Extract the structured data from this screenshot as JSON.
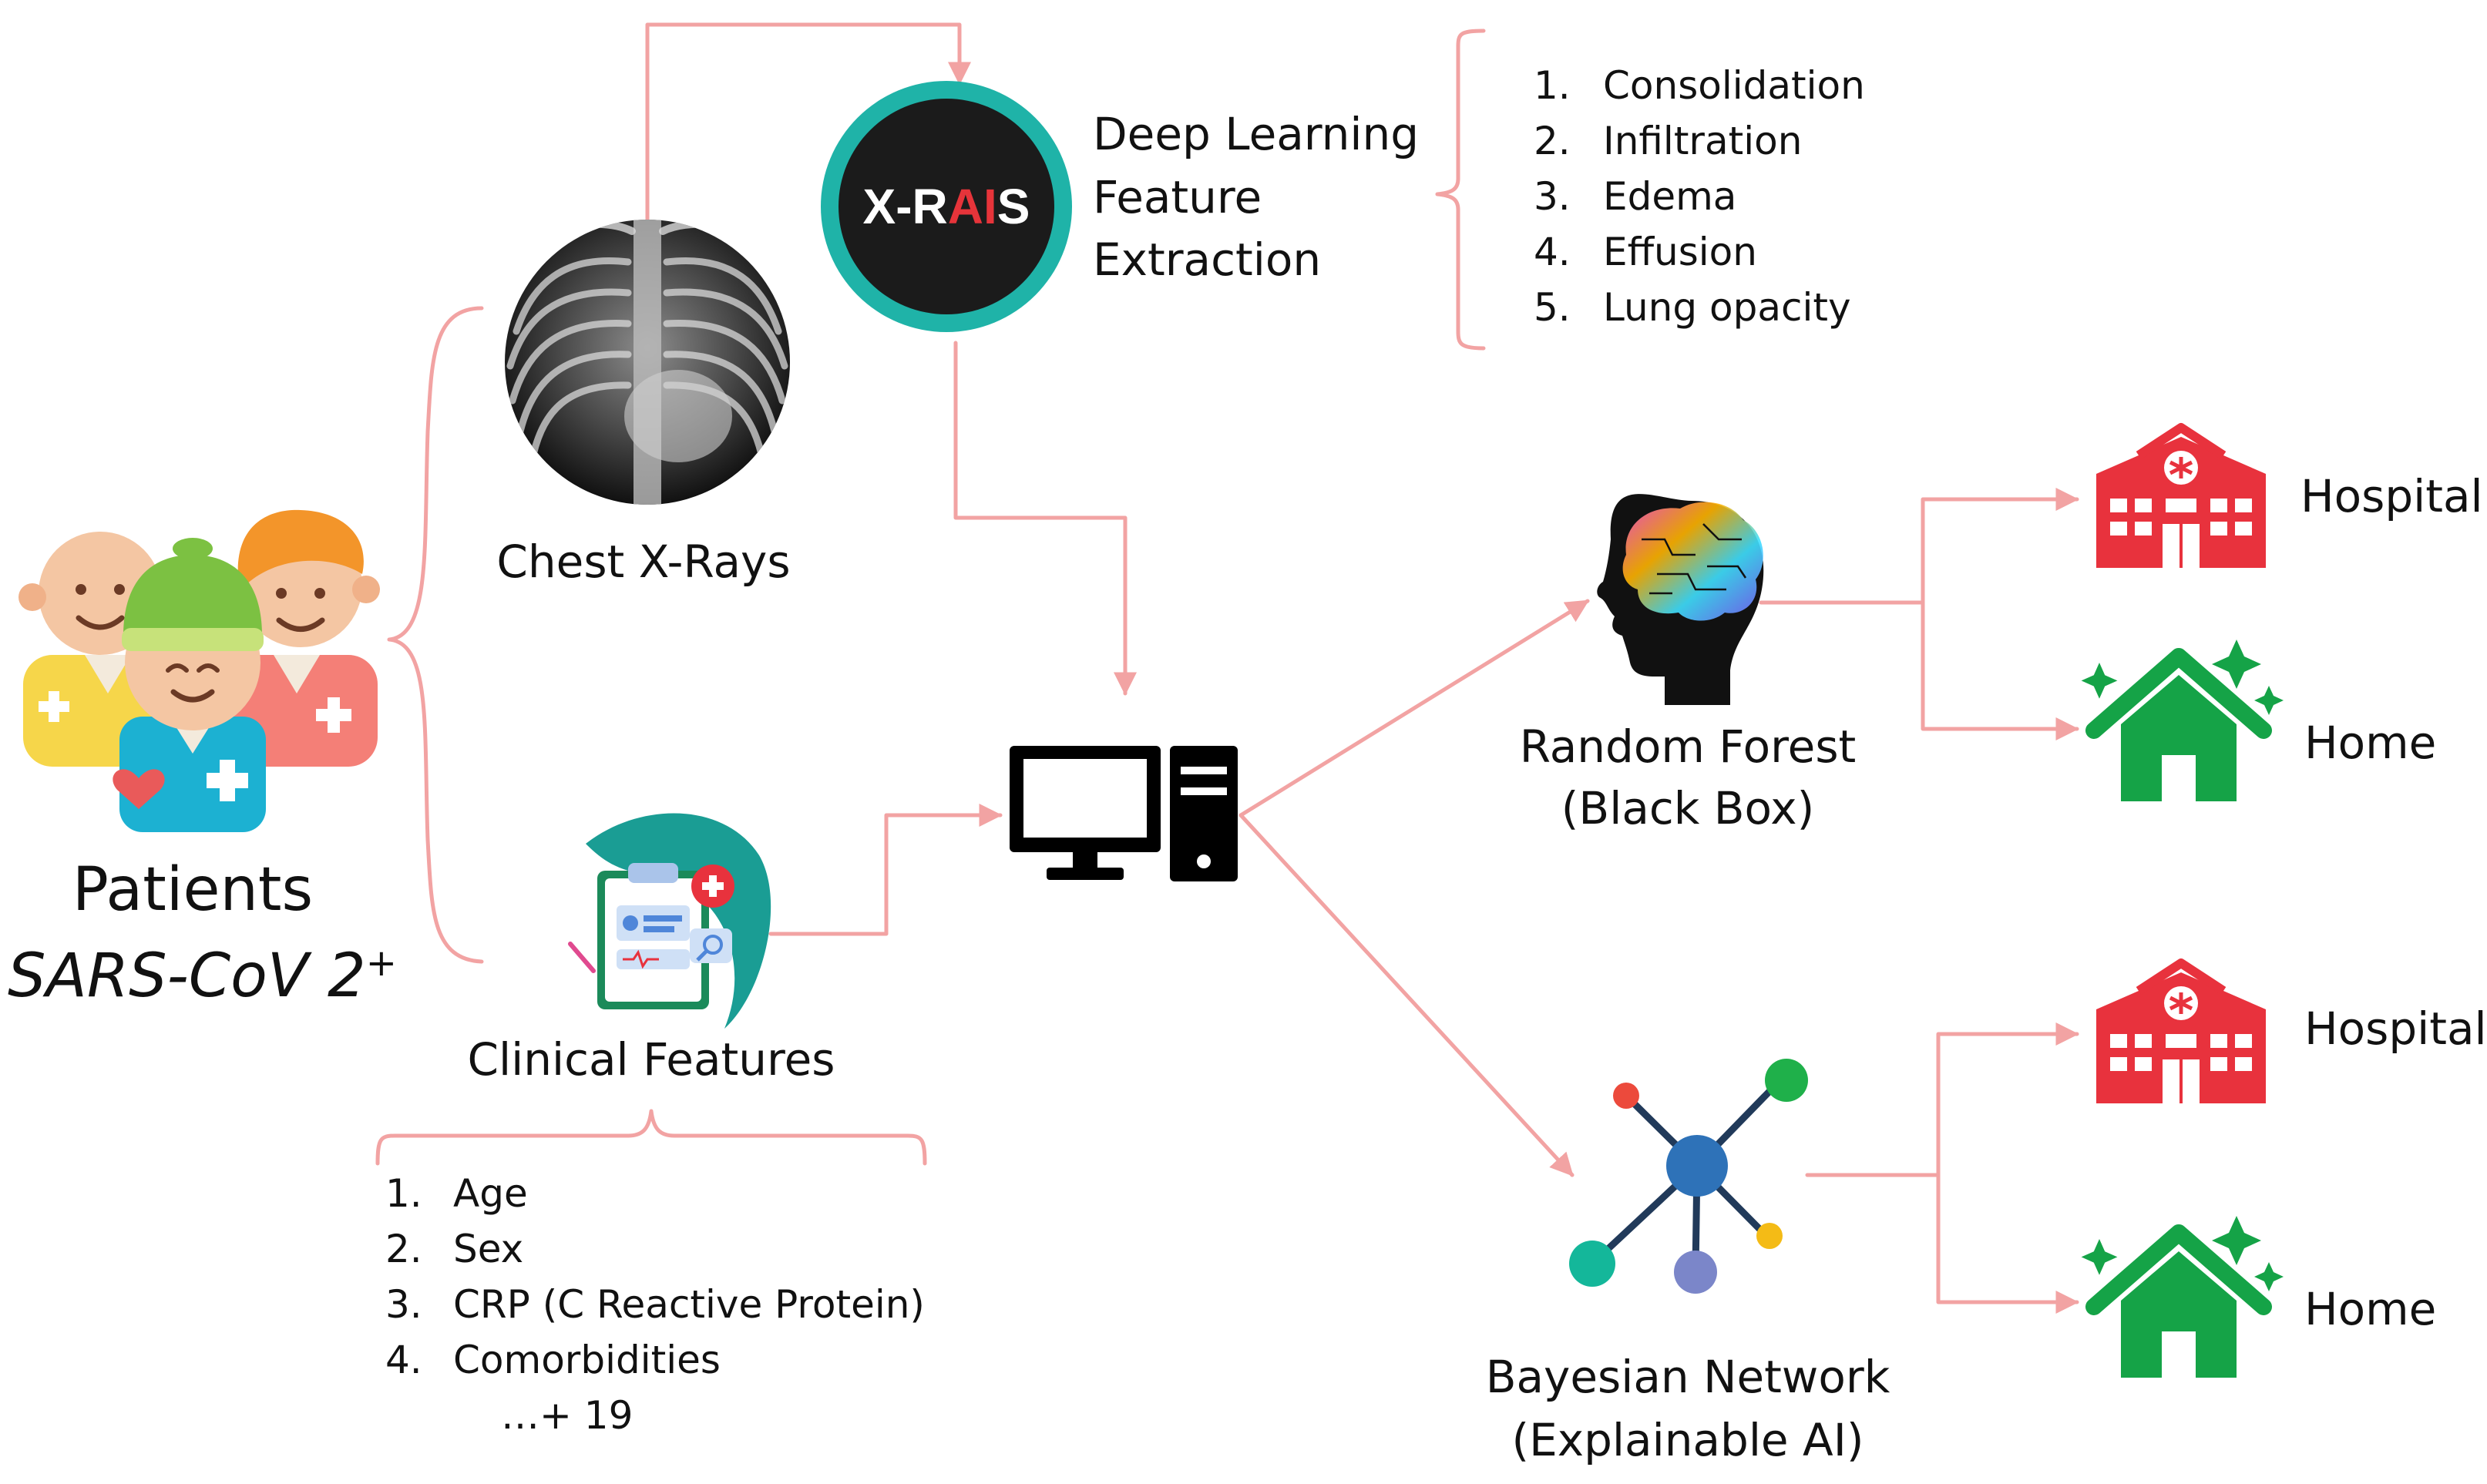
{
  "colors": {
    "connector": "#f2a3a3",
    "house": "#15a347",
    "hospital": "#e8323d",
    "xrais_ring": "#1fb3a8",
    "xrais_text": "#ffffff",
    "xrais_accent": "#e6343a"
  },
  "patients": {
    "title": "Patients",
    "subtitle": "SARS-CoV 2",
    "superscript": "+",
    "icon": "patients-group-icon"
  },
  "chest_xrays": {
    "label": "Chest X-Rays",
    "icon": "chest-xray-image"
  },
  "xrais": {
    "logo_a": "X-R",
    "logo_b": "AI",
    "logo_c": "S",
    "step_line1": "Deep Learning",
    "step_line2": "Feature",
    "step_line3": "Extraction"
  },
  "image_features": [
    {
      "num": "1.",
      "text": "Consolidation"
    },
    {
      "num": "2.",
      "text": "Infiltration"
    },
    {
      "num": "3.",
      "text": "Edema"
    },
    {
      "num": "4.",
      "text": "Effusion"
    },
    {
      "num": "5.",
      "text": "Lung opacity"
    }
  ],
  "clinical": {
    "label": "Clinical Features",
    "icon": "clipboard-icon",
    "items": [
      {
        "num": "1.",
        "text": "Age"
      },
      {
        "num": "2.",
        "text": "Sex"
      },
      {
        "num": "3.",
        "text": "CRP (C Reactive Protein)"
      },
      {
        "num": "4.",
        "text": "Comorbidities"
      }
    ],
    "more": "…+ 19"
  },
  "computer": {
    "icon": "computer-icon"
  },
  "random_forest": {
    "line1": "Random Forest",
    "line2": "(Black Box)",
    "icon": "brain-head-icon"
  },
  "bayesian": {
    "line1": "Bayesian Network",
    "line2": "(Explainable AI)",
    "icon": "network-icon"
  },
  "outcomes_rf": {
    "hospital": "Hospital",
    "home": "Home"
  },
  "outcomes_bn": {
    "hospital": "Hospital",
    "home": "Home"
  }
}
